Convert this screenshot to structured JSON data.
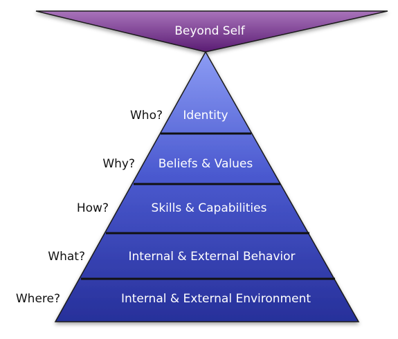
{
  "top": {
    "label": "Beyond Self"
  },
  "levels": [
    {
      "label": "Identity",
      "question": "Who?"
    },
    {
      "label": "Beliefs & Values",
      "question": "Why?"
    },
    {
      "label": "Skills & Capabilities",
      "question": "How?"
    },
    {
      "label": "Internal & External Behavior",
      "question": "What?"
    },
    {
      "label": "Internal & External Environment",
      "question": "Where?"
    }
  ],
  "colors": {
    "top_light": "#a873ba",
    "top_dark": "#5a1c73",
    "pyramid_light": "#8c9cf4",
    "pyramid_dark": "#27309a",
    "divider": "#111111"
  }
}
